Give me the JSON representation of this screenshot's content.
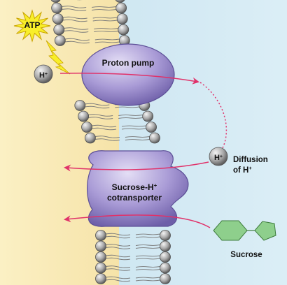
{
  "labels": {
    "atp": "ATP",
    "proton_pump": "Proton pump",
    "h_plus_left": "H",
    "h_plus_right": "H",
    "h_plus_superscript": "+",
    "diffusion_line1": "Diffusion",
    "diffusion_line2": "of H",
    "cotransporter_line1": "Sucrose-H",
    "cotransporter_line2": "cotransporter",
    "sucrose": "Sucrose"
  },
  "colors": {
    "left_side": "#f7e6b0",
    "right_side": "#d3e9f3",
    "protein": "#a99bd6",
    "protein_dark": "#7e6fb8",
    "arrow": "#e0326a",
    "sucrose": "#8ecf8c",
    "atp_burst": "#f8ee2a"
  },
  "icons": [
    "atp-burst-icon",
    "lightning-bolt-icon",
    "proton-sphere-icon",
    "sucrose-molecule-icon"
  ]
}
